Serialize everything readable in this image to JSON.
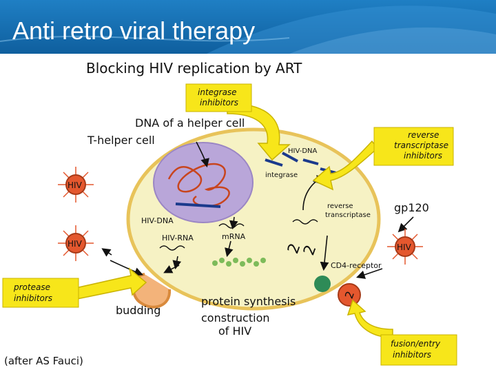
{
  "slide_title": "Anti retro viral therapy",
  "diagram": {
    "heading": "Blocking HIV replication by ART",
    "labels": {
      "dna_helper_cell": "DNA of a helper cell",
      "t_helper_cell": "T-helper cell",
      "hiv_dna_nucleus": "HIV-DNA",
      "hiv_dna_cyto": "HIV-DNA",
      "integrase": "integrase",
      "reverse_transcriptase_1": "reverse",
      "reverse_transcriptase_2": "transcriptase",
      "gp120": "gp120",
      "hiv_rna": "HIV-RNA",
      "mrna": "mRNA",
      "cd4_receptor": "CD4-receptor",
      "budding": "budding",
      "protein_synthesis": "protein synthesis",
      "construction_1": "construction",
      "construction_2": "of HIV",
      "hiv_particle": "HIV"
    },
    "drug_classes": {
      "integrase_inhibitors_1": "integrase",
      "integrase_inhibitors_2": "inhibitors",
      "rti_1": "reverse",
      "rti_2": "transcriptase",
      "rti_3": "inhibitors",
      "protease_1": "protease",
      "protease_2": "inhibitors",
      "fusion_1": "fusion/entry",
      "fusion_2": "inhibitors"
    },
    "credit": "(after AS Fauci)",
    "colors": {
      "cell": "#f6f2c4",
      "cell_border": "#e8c35a",
      "nucleus": "#b9a6d9",
      "arrow_yellow": "#f7e61a",
      "hiv_red": "#e4572e",
      "dna_blue": "#1b3a8c"
    }
  }
}
